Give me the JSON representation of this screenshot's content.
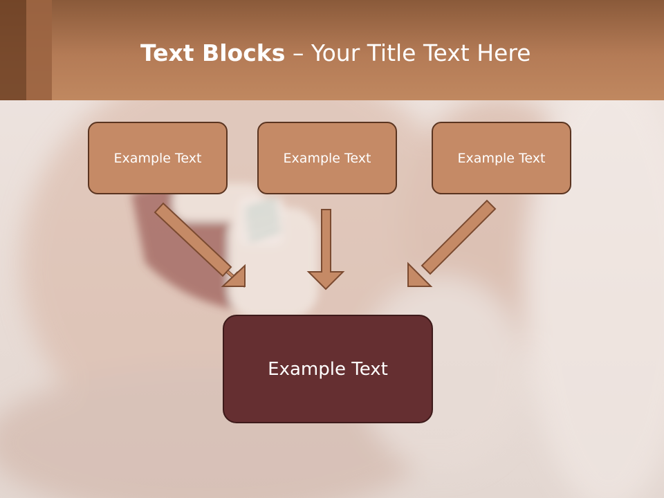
{
  "header": {
    "title_bold": "Text Blocks",
    "title_dash": " – ",
    "title_rest": "Your Title Text Here"
  },
  "blocks": [
    {
      "label": "Example Text"
    },
    {
      "label": "Example Text"
    },
    {
      "label": "Example Text"
    }
  ],
  "target": {
    "label": "Example Text"
  },
  "colors": {
    "header": "#b47b56",
    "box_fill": "#c58a66",
    "box_border": "#5a3420",
    "target_fill": "#652f31",
    "arrow_fill": "#c58a66",
    "arrow_stroke": "#7a4a30"
  }
}
